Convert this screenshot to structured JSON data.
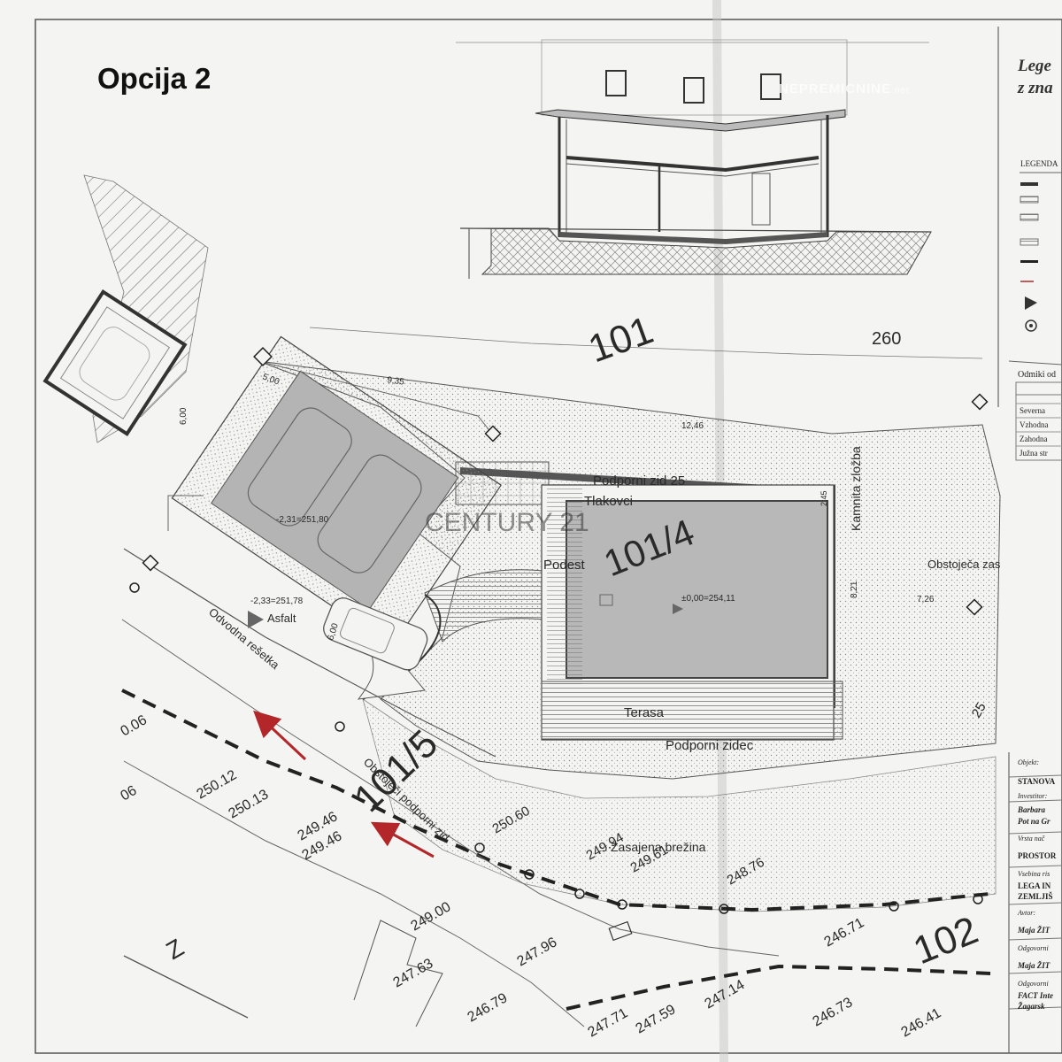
{
  "option_title": "Opcija 2",
  "watermark": {
    "main": "NEPREMICNINE",
    "suffix": ".net",
    "faint": "CENTURY 21"
  },
  "legend": {
    "title_line1": "Lege",
    "title_line2": "z zna",
    "legend_label": "LEGENDA",
    "setbacks_header": "Odmiki od",
    "setback_rows": [
      "Severna",
      "Vzhodna",
      "Zahodna",
      "Južna str"
    ]
  },
  "title_block": {
    "object_label": "Objekt:",
    "object_value": "STANOVA",
    "investor_label": "Investitor:",
    "investor_name": "Barbara",
    "investor_addr": "Pot na Gr",
    "type_label": "Vrsta nač",
    "type_value": "PROSTOR",
    "content_label": "Vsebina ris",
    "content_value1": "LEGA IN",
    "content_value2": "ZEMLJIŠ",
    "author_label": "Avtor:",
    "author_value": "Maja ŽIT",
    "resp1_label": "Odgovorni",
    "resp1_value": "Maja ŽIT",
    "resp2_label": "Odgovorni",
    "resp2_value1": "FACT Inte",
    "resp2_value2": "Žagarsk"
  },
  "parcels": {
    "p101_top": "101",
    "p101_4": "101/4",
    "p101_5": "101/5",
    "p102": "102",
    "p260": "260"
  },
  "labels": {
    "podporni_zid_25": "Podporni zid 25",
    "tlakovci": "Tlakovci",
    "kamnita_zlozba": "Kamnita zložba",
    "obstojeca_zas": "Obstoječa zas",
    "podest": "Podest",
    "terasa": "Terasa",
    "podporni_zidec": "Podporni zidec",
    "asfalt": "Asfalt",
    "odvodna_resetka": "Odvodna rešetka",
    "obstojeci_podporni_zid": "Obstoječi podporni zid",
    "zasajena_brezina": "Zasajena brežina",
    "north": "Z"
  },
  "elevations": {
    "garage_level": "-2,31=251,80",
    "asfalt_level": "-2,33=251,78",
    "house_level": "±0,00=254,11"
  },
  "dimensions": {
    "d_935": "9,35",
    "d_1246": "12,46",
    "d_600_a": "6,00",
    "d_600_b": "6,00",
    "d_500": "5,00",
    "d_821": "8,21",
    "d_726": "7,26",
    "d_245": "2,45"
  },
  "spot_heights": [
    "0.06",
    "06",
    "250.12",
    "250.13",
    "249.46",
    "249.46",
    "249.00",
    "247.63",
    "247.96",
    "246.79",
    "247.71",
    "247.59",
    "247.14",
    "246.73",
    "246.41",
    "246.71",
    "248.76",
    "249.61",
    "249.94",
    "250.60",
    "25"
  ],
  "colors": {
    "paper": "#f4f4f2",
    "line": "#333333",
    "arrow": "#b3262a",
    "slab": "#b4b4b4"
  }
}
